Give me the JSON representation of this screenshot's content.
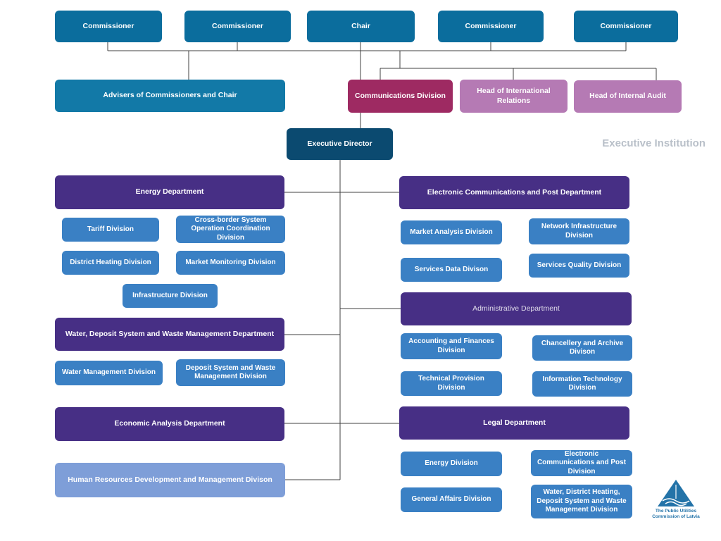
{
  "nodes": {
    "commissioner_1": "Commissioner",
    "commissioner_2": "Commissioner",
    "chair": "Chair",
    "commissioner_3": "Commissioner",
    "commissioner_4": "Commissioner",
    "advisers": "Advisers of Commissioners and Chair",
    "communications_division": "Communications Division",
    "head_international_relations": "Head of International Relations",
    "head_internal_audit": "Head of Internal Audit",
    "executive_director": "Executive Director",
    "energy_department": "Energy Department",
    "tariff_division": "Tariff Division",
    "cross_border_division": "Cross-border System Operation Coordination Division",
    "district_heating_division": "District Heating Division",
    "market_monitoring_division": "Market Monitoring Division",
    "infrastructure_division": "Infrastructure Division",
    "water_department": "Water, Deposit System and Waste Management Department",
    "water_management_division": "Water Management Division",
    "deposit_waste_division": "Deposit System and Waste Management Division",
    "economic_analysis_department": "Economic Analysis Department",
    "hr_division": "Human Resources Development and Management Divison",
    "ecp_department": "Electronic Communications and Post Department",
    "market_analysis_division": "Market Analysis Division",
    "network_infrastructure_division": "Network Infrastructure Division",
    "services_data_division": "Services Data Divison",
    "services_quality_division": "Services Quality Division",
    "administrative_department": "Administrative Department",
    "accounting_finances_division": "Accounting and Finances Division",
    "chancellery_archive_division": "Chancellery and Archive Divison",
    "technical_provision_division": "Technical Provision Division",
    "information_technology_division": "Information Technology Division",
    "legal_department": "Legal Department",
    "energy_division": "Energy Division",
    "ecp_division": "Electronic Communications and Post Division",
    "general_affairs_division": "General Affairs Division",
    "water_heating_deposit_division": "Water, District Heating, Deposit System and Waste Management Division"
  },
  "labels": {
    "executive_institution": "Executive Institution"
  },
  "logo": {
    "caption_line1": "The Public Utilities",
    "caption_line2": "Commission of Latvia"
  },
  "colors": {
    "top_box": "#0b6d9d",
    "advisers_box": "#1279a7",
    "communications_box": "#9e2a62",
    "head_box": "#b57ab4",
    "executive_box": "#0b4a70",
    "department_box": "#472f85",
    "division_box": "#3a80c4",
    "hr_box": "#7e9ed8",
    "connector": "#404040",
    "background": "#ffffff"
  }
}
